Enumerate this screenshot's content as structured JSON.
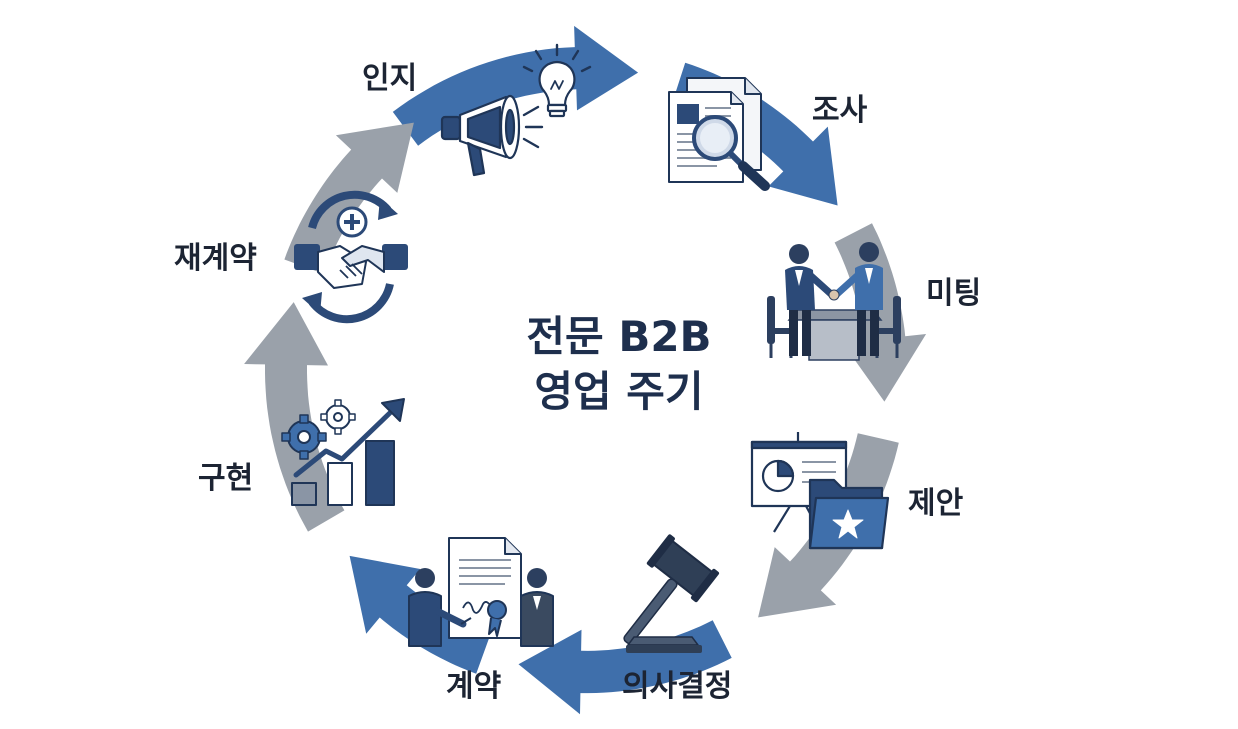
{
  "title": {
    "line1": "전문 B2B",
    "line2": "영업 주기"
  },
  "stages": [
    {
      "label": "인지",
      "icon": "megaphone-lightbulb-icon"
    },
    {
      "label": "조사",
      "icon": "document-magnifier-icon"
    },
    {
      "label": "미팅",
      "icon": "meeting-handshake-icon"
    },
    {
      "label": "제안",
      "icon": "presentation-folder-icon"
    },
    {
      "label": "의사결정",
      "icon": "gavel-icon"
    },
    {
      "label": "계약",
      "icon": "contract-signing-icon"
    },
    {
      "label": "구현",
      "icon": "gears-growth-chart-icon"
    },
    {
      "label": "재계약",
      "icon": "renewal-handshake-icon"
    }
  ],
  "colors": {
    "primary_blue": "#3f6fab",
    "arrow_gray": "#9aa1aa",
    "icon_navy": "#2c4a78",
    "text_dark": "#1c2433"
  }
}
